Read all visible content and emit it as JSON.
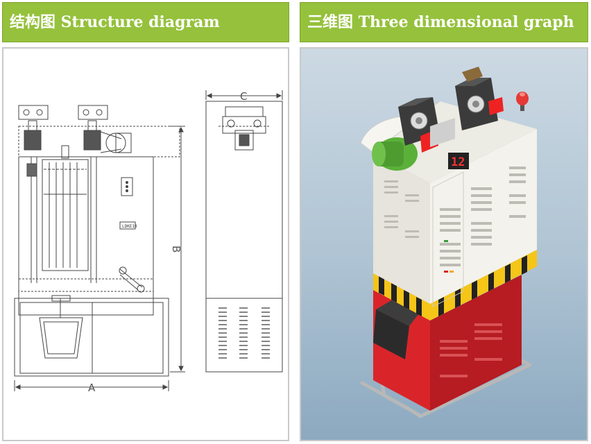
{
  "header_left": {
    "title": "结构图 Structure diagram"
  },
  "header_right": {
    "title": "三维图 Three dimensional graph"
  },
  "diagram": {
    "dim_a": "A",
    "dim_b": "B",
    "dim_c": "C",
    "plate_label": "LDKE10"
  },
  "render": {
    "display_value": "12"
  },
  "colors": {
    "header_bg": "#95c13c",
    "cabinet_upper": "#f0efe8",
    "cabinet_lower": "#d9252a",
    "motor": "#5bb03a",
    "warning_stripe": "#f5c518"
  }
}
